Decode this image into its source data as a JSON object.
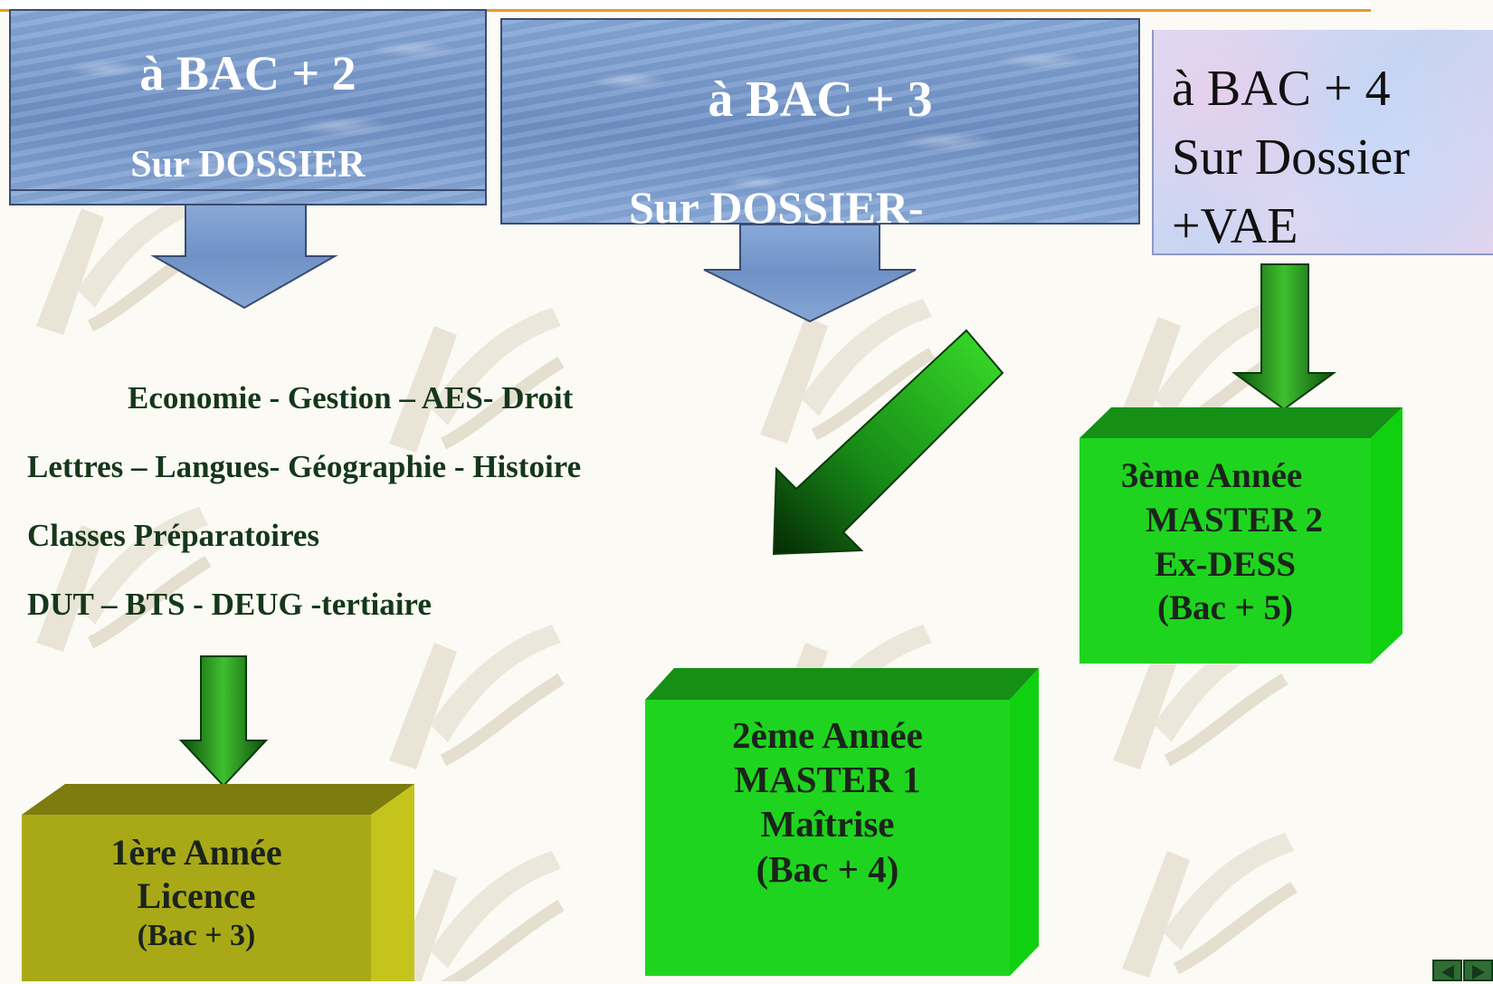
{
  "box_bac2": {
    "line1": "à BAC + 2",
    "line2": "Sur DOSSIER"
  },
  "box_bac3": {
    "line1": "à BAC + 3",
    "line2": "Sur DOSSIER-"
  },
  "box_bac4": {
    "line1": "à BAC + 4",
    "line2": "Sur Dossier",
    "line3": "+VAE"
  },
  "subjects": [
    "Economie - Gestion – AES- Droit",
    "Lettres – Langues- Géographie - Histoire",
    "Classes Préparatoires",
    "DUT – BTS - DEUG -tertiaire"
  ],
  "licence": {
    "line1": "1ère Année",
    "line2": "Licence",
    "line3": "(Bac + 3)"
  },
  "master1": {
    "line1": "2ème Année",
    "line2": "MASTER 1",
    "line3": "Maîtrise",
    "line4": "(Bac + 4)"
  },
  "master2": {
    "line1": "3ème Année",
    "line2": "MASTER 2",
    "line3": "Ex-DESS",
    "line4": "(Bac + 5)"
  },
  "colors": {
    "accent_orange": "#e89b2a",
    "water_blue": "#7b9cd0",
    "green_cube": "#1fd41f",
    "olive_cube": "#a9a917",
    "text_dark": "#15371b"
  }
}
